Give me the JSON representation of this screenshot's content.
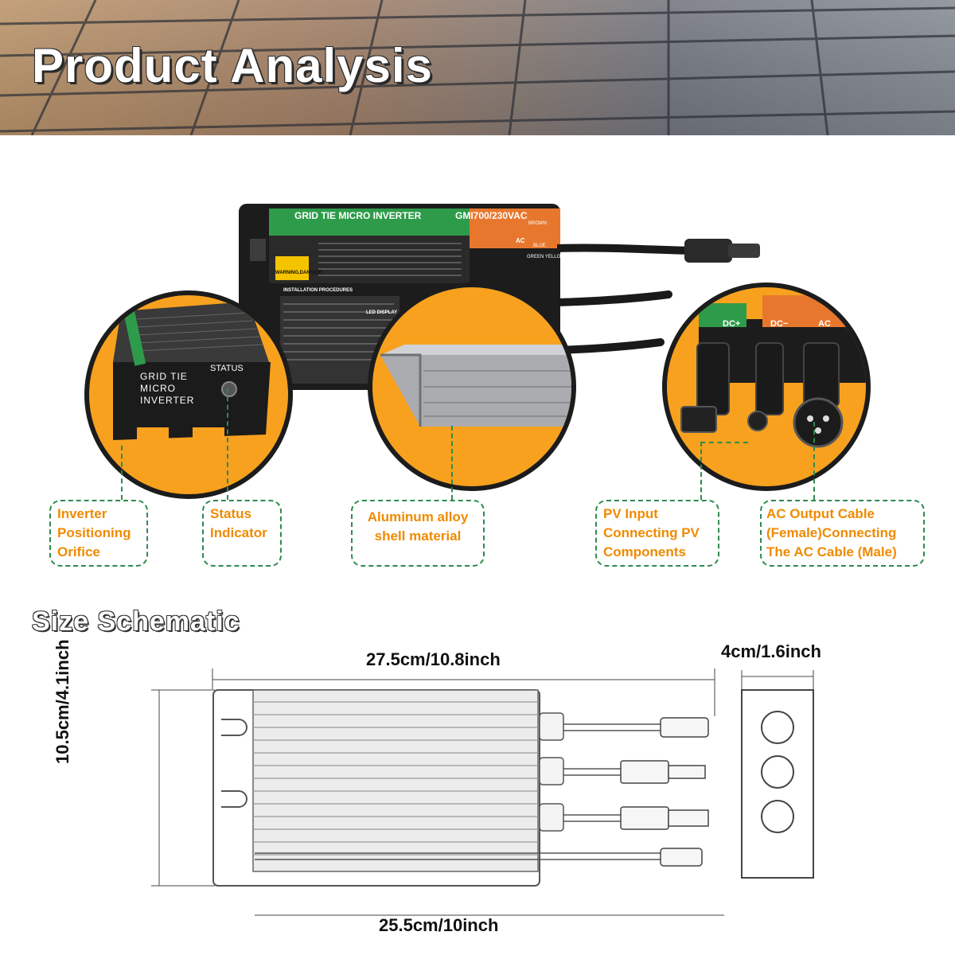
{
  "banner": {
    "title": "Product Analysis"
  },
  "inverter_label": {
    "title": "GRID TIE MICRO INVERTER",
    "model": "GMI700/230VAC",
    "warning": "WARNING,DANGER!",
    "install": "INSTALLATION PROCEDURES",
    "led": "LED DISPLAY",
    "brown": "BROWN",
    "blue": "BLUE",
    "green": "GREEN YELLOW",
    "ac": "AC"
  },
  "front_panel": {
    "line1": "GRID TIE",
    "line2": "MICRO",
    "line3": "INVERTER",
    "status": "STATUS"
  },
  "ports": {
    "dc_plus": "DC+",
    "dc_minus": "DC−",
    "ac": "AC"
  },
  "callouts": [
    {
      "lines": [
        "Inverter",
        "Positioning",
        "Orifice"
      ]
    },
    {
      "lines": [
        "Status",
        "Indicator"
      ]
    },
    {
      "lines": [
        "Aluminum alloy",
        "shell material"
      ]
    },
    {
      "lines": [
        "PV Input",
        "Connecting PV",
        "Components"
      ]
    },
    {
      "lines": [
        "AC Output Cable",
        "(Female)Connecting",
        "The AC Cable (Male)"
      ]
    }
  ],
  "size": {
    "title": "Size Schematic",
    "length_total": "27.5cm/10.8inch",
    "width": "4cm/1.6inch",
    "height": "10.5cm/4.1inch",
    "length_body": "25.5cm/10inch"
  },
  "colors": {
    "accent_orange": "#f7a11f",
    "callout_text": "#f08a00",
    "callout_border": "#2d8a4e",
    "label_green": "#2e9b4a"
  }
}
